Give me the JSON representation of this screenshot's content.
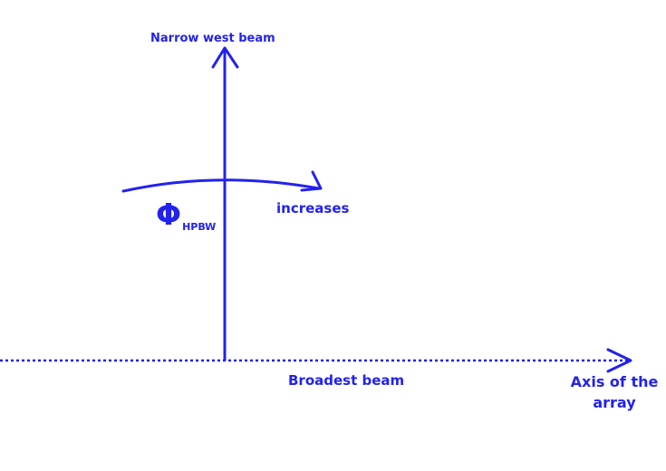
{
  "diagram": {
    "color": "#2222ee",
    "labels": {
      "top": "Narrow west beam",
      "increases": "increases",
      "broadest": "Broadest beam",
      "axis": "Axis of the array"
    },
    "symbol": {
      "main": "Φ",
      "subscript": "HPBW"
    }
  }
}
